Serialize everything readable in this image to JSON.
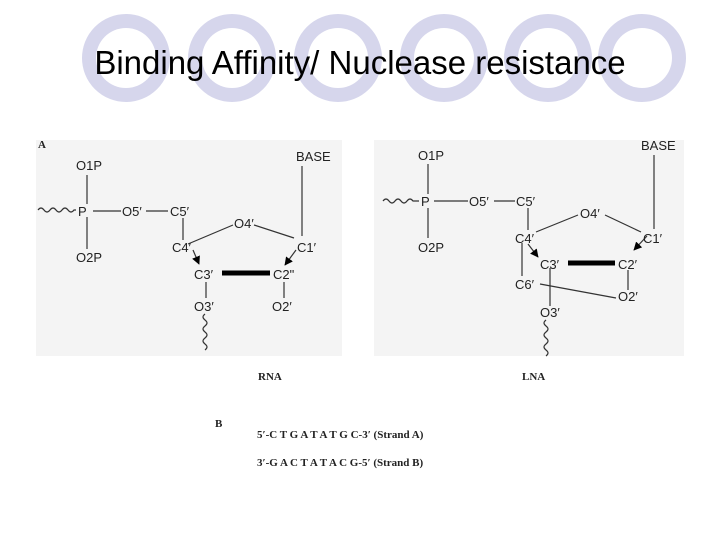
{
  "slide": {
    "title": "Binding Affinity/ Nuclease resistance",
    "accent_color": "#d6d6ec"
  },
  "figure": {
    "panel_a_label": "A",
    "panel_b_label": "B",
    "rna": {
      "caption": "RNA",
      "atoms": {
        "o1p": "O1P",
        "p": "P",
        "o2p": "O2P",
        "o5": "O5′",
        "c5": "C5′",
        "o4": "O4′",
        "base": "BASE",
        "c4": "C4′",
        "c1": "C1′",
        "c3": "C3′",
        "c2": "C2\"",
        "o3": "O3′",
        "o2": "O2′"
      }
    },
    "lna": {
      "caption": "LNA",
      "atoms": {
        "o1p": "O1P",
        "p": "P",
        "o2p": "O2P",
        "o5": "O5′",
        "c5": "C5′",
        "o4": "O4′",
        "base": "BASE",
        "c4": "C4′",
        "c1": "C1′",
        "c3": "C3′",
        "c2": "C2′",
        "c6": "C6′",
        "o3": "O3′",
        "o2": "O2′"
      }
    },
    "strand_a": "5′-C T G A T A T G C-3′ (Strand A)",
    "strand_b": "3′-G A C T A T A C G-5′ (Strand B)"
  }
}
